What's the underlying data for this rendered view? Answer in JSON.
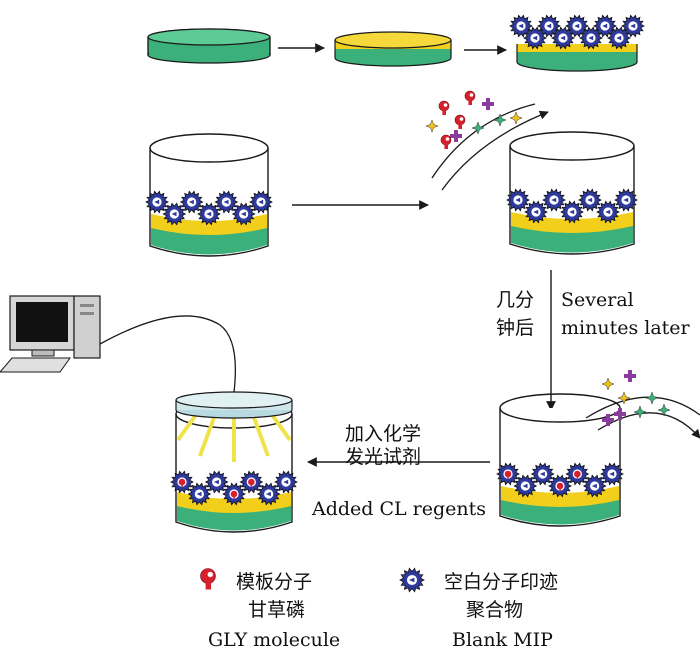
{
  "labels": {
    "wait_cn_line1": "几分",
    "wait_cn_line2": "钟后",
    "wait_en_line1": "Several",
    "wait_en_line2": "minutes later",
    "cl_cn_line1": "加入化学",
    "cl_cn_line2": "发光试剂",
    "cl_en": "Added CL regents"
  },
  "legend": {
    "gly": {
      "cn_line1": "模板分子",
      "cn_line2": "甘草磷",
      "en": "GLY molecule"
    },
    "mip": {
      "cn_line1": "空白分子印迹",
      "cn_line2": "聚合物",
      "en": "Blank MIP"
    }
  },
  "colors": {
    "green": "#3bb07a",
    "yellow": "#f2cf1a",
    "mip_body": "#2f3a9e",
    "gly_red": "#d8202c",
    "stroke": "#1a1a1a",
    "lid": "#cfe6ea"
  }
}
